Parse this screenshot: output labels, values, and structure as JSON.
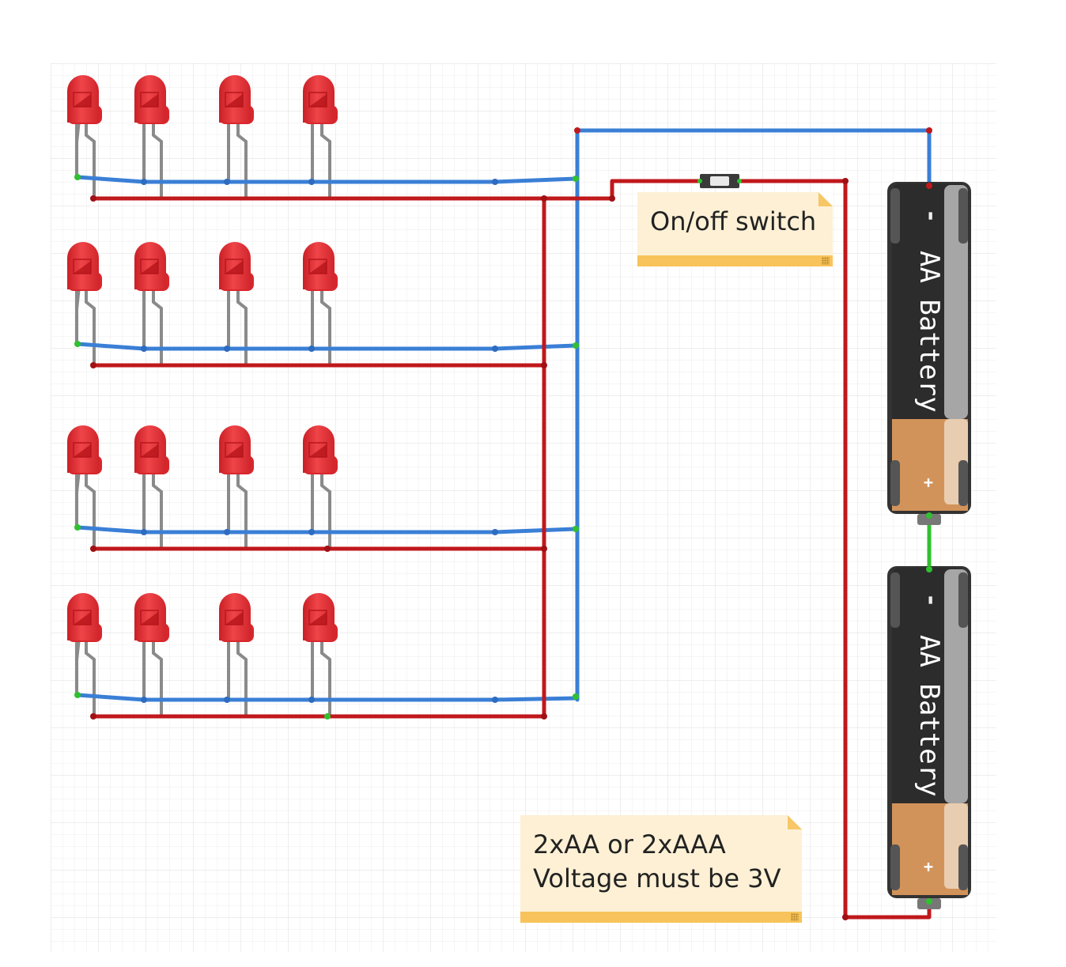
{
  "diagram": {
    "title": "",
    "notes": {
      "switch": "On/off switch",
      "battery_line1": "2xAA or 2xAAA",
      "battery_line2": "Voltage must be 3V"
    },
    "battery": {
      "label": "AA Battery",
      "minus": "-",
      "plus": "+",
      "count": 2
    },
    "led_grid": {
      "rows": 4,
      "cols": 4,
      "color": "#e8363a"
    },
    "wire_colors": {
      "negative": "#3a7fd6",
      "positive": "#c0181c",
      "series": "#2fc12f"
    }
  }
}
